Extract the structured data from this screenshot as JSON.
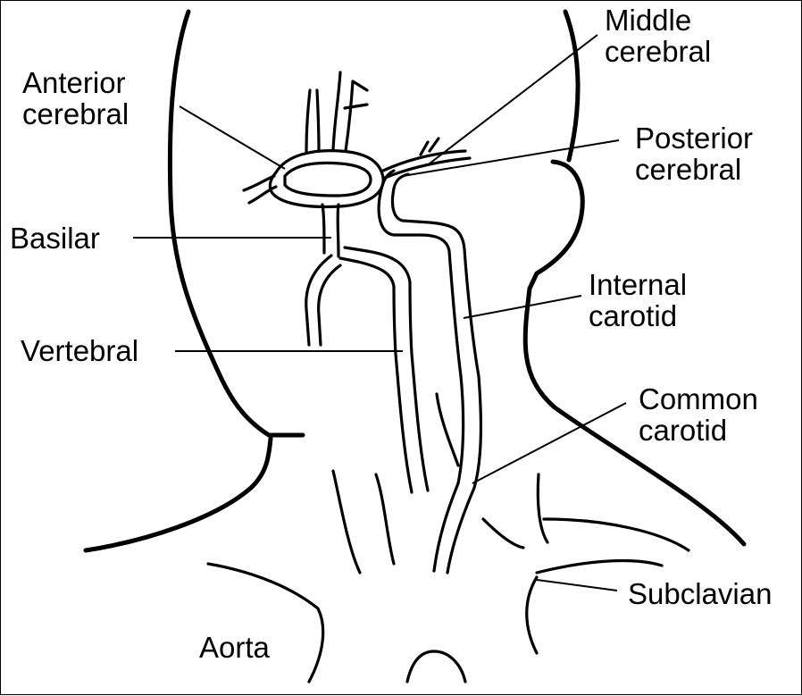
{
  "labels": {
    "middle_cerebral": [
      "Middle",
      "cerebral"
    ],
    "anterior_cerebral": [
      "Anterior",
      "cerebral"
    ],
    "posterior_cerebral": [
      "Posterior",
      "cerebral"
    ],
    "basilar": "Basilar",
    "internal_carotid": [
      "Internal",
      "carotid"
    ],
    "vertebral": "Vertebral",
    "common_carotid": [
      "Common",
      "carotid"
    ],
    "subclavian": "Subclavian",
    "aorta": "Aorta"
  }
}
